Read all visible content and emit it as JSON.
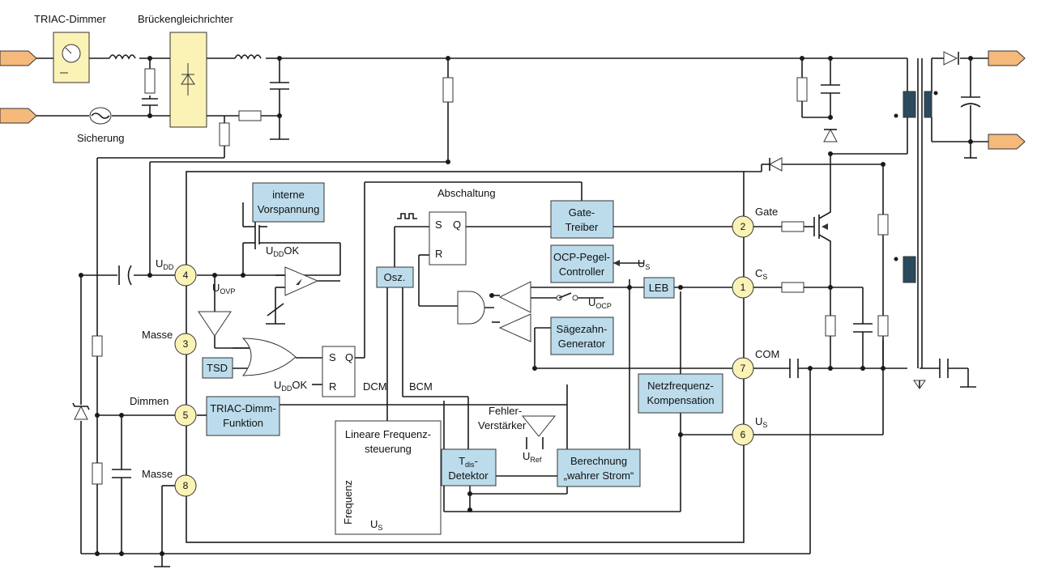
{
  "top_labels": {
    "triac": "TRIAC-Dimmer",
    "bridge": "Brückengleichrichter",
    "fuse": "Sicherung"
  },
  "blocks": {
    "interne": [
      "interne",
      "Vorspannung"
    ],
    "gate_treiber": [
      "Gate-",
      "Treiber"
    ],
    "ocp": [
      "OCP-Pegel-",
      "Controller"
    ],
    "osz": "Osz.",
    "leb": "LEB",
    "saege": [
      "Sägezahn-",
      "Generator"
    ],
    "tsd": "TSD",
    "triac_dimm": [
      "TRIAC-Dimm-",
      "Funktion"
    ],
    "lineare": [
      "Lineare Frequenz-",
      "steuerung"
    ],
    "tdis": [
      "T",
      "dis",
      "-",
      "Detektor"
    ],
    "berechnung": [
      "Berechnung",
      "„wahrer Strom“"
    ],
    "netzfreq": [
      "Netzfrequenz-",
      "Kompensation"
    ]
  },
  "pins": {
    "p4": "4",
    "p3": "3",
    "p5": "5",
    "p8": "8",
    "p2": "2",
    "p1": "1",
    "p7": "7",
    "p6": "6"
  },
  "labels": {
    "udd": [
      "U",
      "DD"
    ],
    "masse1": "Masse",
    "dimmen": "Dimmen",
    "masse2": "Masse",
    "gate": "Gate",
    "cs": [
      "C",
      "S"
    ],
    "com": "COM",
    "us_pin": [
      "U",
      "S"
    ],
    "abschaltung": "Abschaltung",
    "uddok1": [
      "U",
      "DD",
      "OK"
    ],
    "uddok2": [
      "U",
      "DD",
      "OK"
    ],
    "uovp": [
      "U",
      "OVP"
    ],
    "uocp": [
      "U",
      "OCP"
    ],
    "us_ocp": [
      "U",
      "S"
    ],
    "dcm": "DCM",
    "bcm": "BCM",
    "fehler": [
      "Fehler-",
      "Verstärker"
    ],
    "uref": [
      "U",
      "Ref"
    ],
    "frequenz": "Frequenz",
    "us_axis": [
      "U",
      "S"
    ],
    "ff1_s": "S",
    "ff1_q": "Q",
    "ff1_r": "R",
    "ff2_s": "S",
    "ff2_q": "Q",
    "ff2_r": "R"
  }
}
